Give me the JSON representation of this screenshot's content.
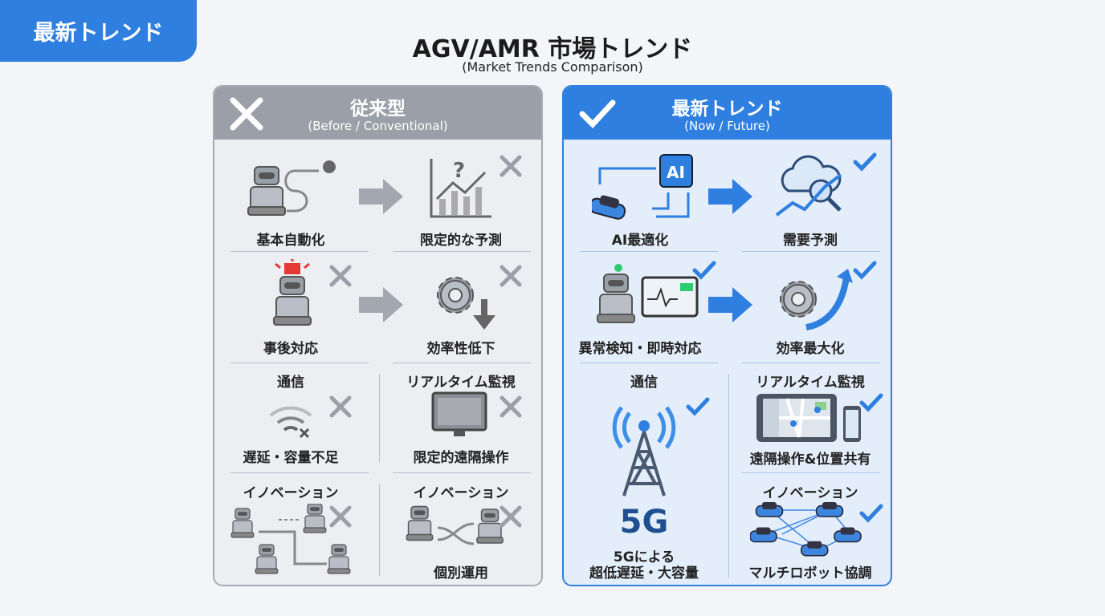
{
  "badge": "最新トレンド",
  "title": "AGV/AMR 市場トレンド",
  "subtitle": "(Market Trends Comparison)",
  "colors": {
    "accent": "#2f7fe0",
    "conventional": "#9ba0a8",
    "check": "#2f7fe0",
    "cross": "#9ba0a8",
    "alert": "#e53935"
  },
  "left": {
    "title": "従来型",
    "subtitle": "(Before / Conventional)",
    "header_icon": "cross-icon",
    "row1": {
      "a": "基本自動化",
      "b": "限定的な予測"
    },
    "row2": {
      "a": "事後対応",
      "b": "効率性低下"
    },
    "row3": {
      "a_title": "通信",
      "a": "遅延・容量不足",
      "b_title": "リアルタイム監視",
      "b": "限定的遠隔操作"
    },
    "row4": {
      "a_title": "イノベーション",
      "b_title": "イノベーション",
      "b": "個別運用"
    }
  },
  "right": {
    "title": "最新トレンド",
    "subtitle": "(Now / Future)",
    "header_icon": "check-icon",
    "row1": {
      "a": "AI最適化",
      "b": "需要予測",
      "chip": "AI"
    },
    "row2": {
      "a": "異常検知・即時対応",
      "b": "効率最大化"
    },
    "row3": {
      "a_title": "通信",
      "big": "5G",
      "a1": "5Gによる",
      "a2": "超低遅延・大容量",
      "b_title": "リアルタイム監視",
      "b": "遠隔操作&位置共有"
    },
    "row4": {
      "b_title": "イノベーション",
      "b": "マルチロボット協調"
    }
  }
}
